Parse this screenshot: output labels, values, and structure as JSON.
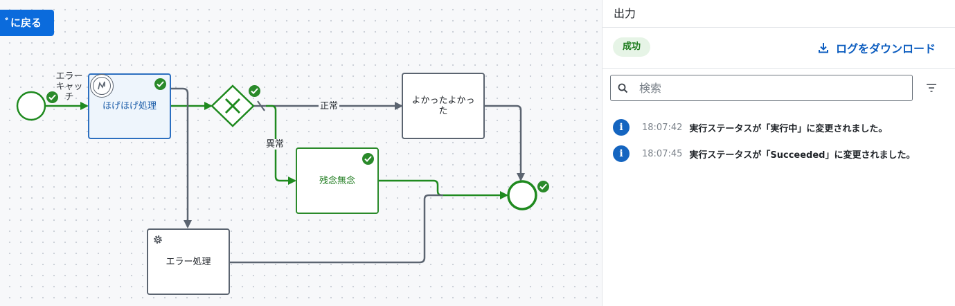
{
  "canvas": {
    "back_button": "ﾞに戻る",
    "catch_label": "エラー キャッ チ",
    "tasks": {
      "hoge": "ほげほげ処理",
      "yokatta": "よかったよかった",
      "zannen": "残念無念",
      "error": "エラー処理"
    },
    "edges": {
      "normal": "正常",
      "abnormal": "異常"
    },
    "colors": {
      "success": "#2a8a2a",
      "selected": "#2c6fc0",
      "default": "#5b6470"
    }
  },
  "panel": {
    "title": "出力",
    "status_badge": "成功",
    "download_label": "ログをダウンロード",
    "search_placeholder": "検索",
    "logs": [
      {
        "time": "18:07:42",
        "message": "実行ステータスが「実行中」に変更されました。"
      },
      {
        "time": "18:07:45",
        "message": "実行ステータスが「Succeeded」に変更されました。"
      }
    ]
  }
}
